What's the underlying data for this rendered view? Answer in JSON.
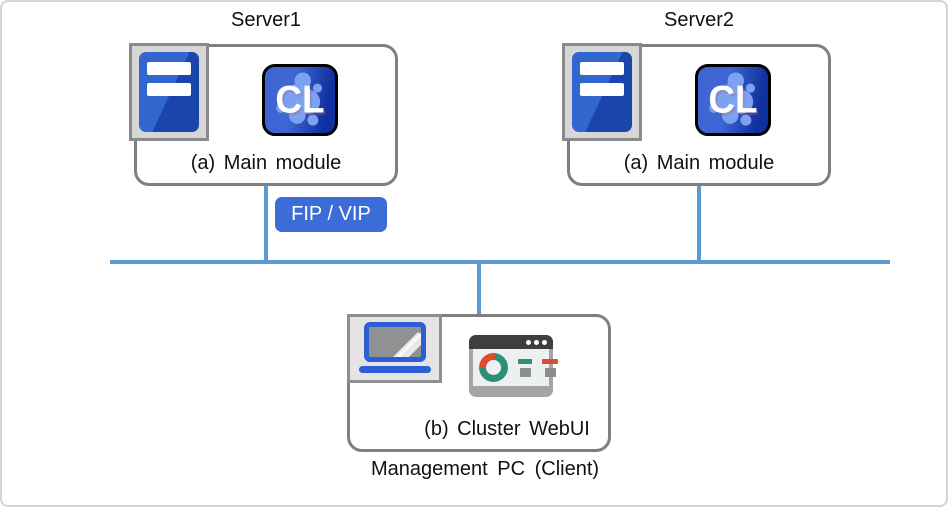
{
  "servers": [
    {
      "title": "Server1",
      "module_label": "(a) Main module"
    },
    {
      "title": "Server2",
      "module_label": "(a) Main module"
    }
  ],
  "badge": {
    "label": "FIP / VIP"
  },
  "cl_icon": {
    "text": "CL"
  },
  "management": {
    "module_label": "(b) Cluster WebUI",
    "caption": "Management PC (Client)"
  },
  "icons": {
    "server_tower": "server-tower-icon",
    "cl_app": "cl-app-icon",
    "laptop": "laptop-icon",
    "webui_window": "browser-dashboard-icon"
  },
  "colors": {
    "network_line": "#5b9bd5",
    "box_border": "#7f7f7f",
    "badge_blue": "#3c6cd6",
    "icon_blue": "#2e5ed3",
    "cl_blue_light": "#3e66d2",
    "cl_blue_dark": "#10309e",
    "cl_splash": "#7ba1f0",
    "donut_green": "#2f8f72",
    "donut_red": "#e04b2e"
  }
}
